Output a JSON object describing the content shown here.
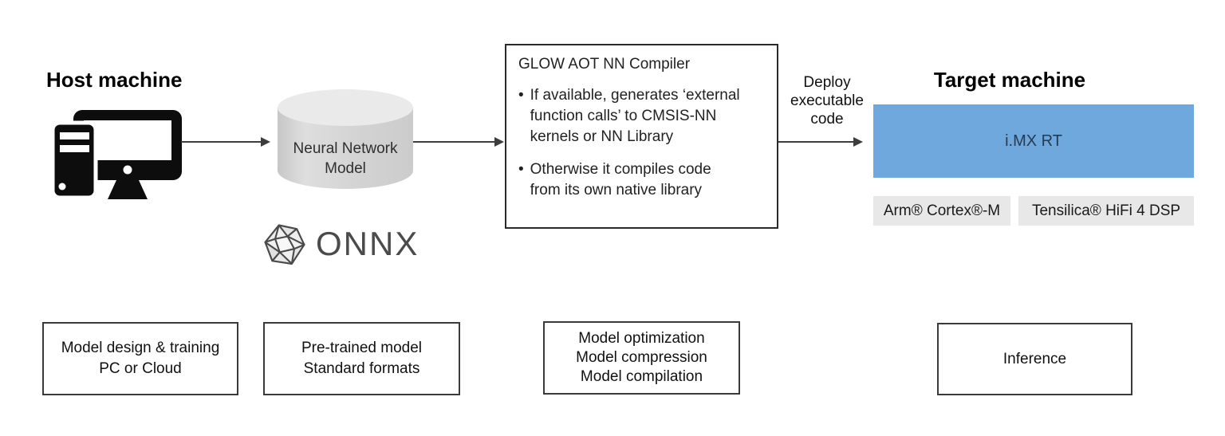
{
  "host": {
    "title": "Host machine",
    "icon": "desktop-computer-icon"
  },
  "model_store": {
    "icon": "database-cylinder-icon",
    "label_lines": [
      "Neural Network",
      "Model"
    ]
  },
  "onnx": {
    "icon": "onnx-polyhedron-icon",
    "logo_text": "ONNX"
  },
  "compiler": {
    "title": "GLOW AOT NN Compiler",
    "bullet_char": "•",
    "bullets": [
      "If available, generates ‘external\nfunction calls’ to CMSIS-NN\nkernels or NN Library",
      "Otherwise it compiles code\nfrom its own native library"
    ]
  },
  "deploy": {
    "label_lines": [
      "Deploy",
      "executable",
      "code"
    ]
  },
  "target": {
    "title": "Target machine",
    "soc_label": "i.MX RT",
    "chips": [
      "Arm® Cortex®-M",
      "Tensilica® HiFi 4 DSP"
    ]
  },
  "stages": [
    {
      "lines": [
        "Model design & training",
        "PC or Cloud"
      ]
    },
    {
      "lines": [
        "Pre-trained model",
        "Standard formats"
      ]
    },
    {
      "lines": [
        "Model optimization",
        "Model compression",
        "Model compilation"
      ]
    },
    {
      "lines": [
        "Inference"
      ]
    }
  ],
  "colors": {
    "accent_blue": "#6fa8dc",
    "chip_gray": "#e8e8e8",
    "cylinder_gray": "#d6d6d6",
    "soc_text": "#243b53",
    "line_dark": "#3d3d3d"
  }
}
